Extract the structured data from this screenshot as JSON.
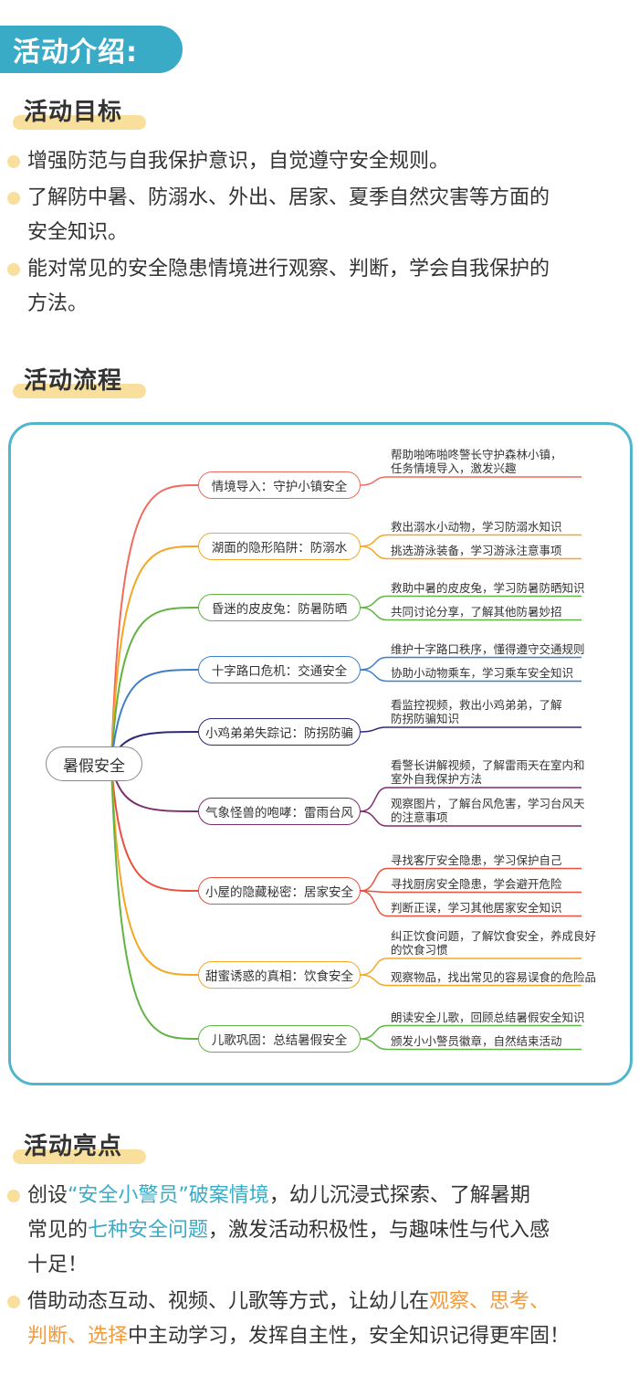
{
  "banner": {
    "title": "活动介绍:"
  },
  "goals": {
    "heading": "活动目标",
    "items": [
      {
        "lines": [
          "增强防范与自我保护意识，自觉遵守安全规则。"
        ]
      },
      {
        "lines": [
          "了解防中暑、防溺水、外出、居家、夏季自然灾害等方面的",
          "安全知识。"
        ]
      },
      {
        "lines": [
          "能对常见的安全隐患情境进行观察、判断，学会自我保护的",
          "方法。"
        ]
      }
    ]
  },
  "flow": {
    "heading": "活动流程",
    "root": "暑假安全",
    "branches": [
      {
        "label": "情境导入：守护小镇安全",
        "color": "#f06a5e",
        "leaves": [
          [
            "帮助啪咘啪咚警长守护森林小镇，",
            "任务情境导入，激发兴趣"
          ]
        ]
      },
      {
        "label": "湖面的隐形陷阱：防溺水",
        "color": "#f5a623",
        "leaves": [
          [
            "救出溺水小动物，学习防溺水知识"
          ],
          [
            "挑选游泳装备，学习游泳注意事项"
          ]
        ]
      },
      {
        "label": "昏迷的皮皮兔：防暑防晒",
        "color": "#62b344",
        "leaves": [
          [
            "救助中暑的皮皮兔，学习防暑防晒知识"
          ],
          [
            "共同讨论分享，了解其他防暑妙招"
          ]
        ]
      },
      {
        "label": "十字路口危机：交通安全",
        "color": "#3d7fc9",
        "leaves": [
          [
            "维护十字路口秩序，懂得遵守交通规则"
          ],
          [
            "协助小动物乘车，学习乘车安全知识"
          ]
        ]
      },
      {
        "label": "小鸡弟弟失踪记：防拐防骗",
        "color": "#2e2a7a",
        "leaves": [
          [
            "看监控视频，救出小鸡弟弟，了解",
            "防拐防骗知识"
          ]
        ]
      },
      {
        "label": "气象怪兽的咆哮：雷雨台风",
        "color": "#7b2d6e",
        "leaves": [
          [
            "看警长讲解视频，了解雷雨天在室内和",
            "室外自我保护方法"
          ],
          [
            "观察图片，了解台风危害，学习台风天",
            "的注意事项"
          ]
        ]
      },
      {
        "label": "小屋的隐藏秘密：居家安全",
        "color": "#e8503f",
        "leaves": [
          [
            "寻找客厅安全隐患，学习保护自己"
          ],
          [
            "寻找厨房安全隐患，学会避开危险"
          ],
          [
            "判断正误，学习其他居家安全知识"
          ]
        ]
      },
      {
        "label": "甜蜜诱惑的真相：饮食安全",
        "color": "#f5a623",
        "leaves": [
          [
            "纠正饮食问题，了解饮食安全，养成良好",
            "的饮食习惯"
          ],
          [
            "观察物品，找出常见的容易误食的危险品"
          ]
        ]
      },
      {
        "label": "儿歌巩固：总结暑假安全",
        "color": "#62b344",
        "leaves": [
          [
            "朗读安全儿歌，回顾总结暑假安全知识"
          ],
          [
            "颁发小小警员徽章，自然结束活动"
          ]
        ]
      }
    ]
  },
  "highlights": {
    "heading": "活动亮点",
    "item1": {
      "p1": "创设",
      "h1": "“安全小警员”破案情境",
      "p2": "，幼儿沉浸式探索、了解暑期",
      "p3": "常见的",
      "h2": "七种安全问题",
      "p4": "，激发活动积极性，与趣味性与代入感",
      "p5": "十足！"
    },
    "item2": {
      "p1": "借助动态互动、视频、儿歌等方式，让幼儿在",
      "h1": "观察、思考、",
      "h2": "判断、选择",
      "p2": "中主动学习，发挥自主性，安全知识记得更牢固！"
    }
  }
}
